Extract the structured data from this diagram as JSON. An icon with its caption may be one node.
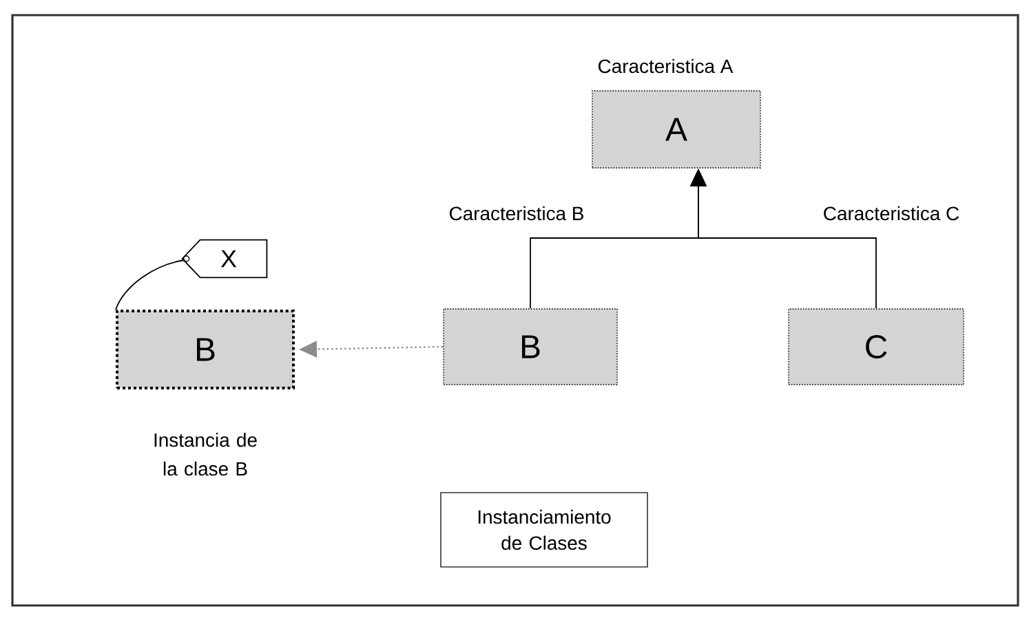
{
  "diagram": {
    "nodes": [
      {
        "text": [
          "Caracteristica A",
          "A"
        ]
      },
      {
        "text": [
          "X"
        ]
      },
      {
        "text": [
          "B"
        ],
        "beside": [
          "Instancia de la clase B"
        ]
      },
      {
        "text": [
          "B"
        ]
      },
      {
        "text": [
          "C"
        ]
      },
      {
        "text": [
          "Instanciamiento de Clases"
        ]
      }
    ],
    "edges": [
      {
        "from": 3,
        "to": 0,
        "arrow": "to"
      },
      {
        "from": 4,
        "to": 0,
        "arrow": "to"
      },
      {
        "from": 3,
        "to": 2,
        "arrow": "to",
        "style": "dashed",
        "color": "#8c8c8c"
      },
      {
        "from": 1,
        "to": 2,
        "arrow": "none"
      }
    ],
    "labels": [
      "Caracteristica B",
      "Caracteristica C"
    ]
  }
}
